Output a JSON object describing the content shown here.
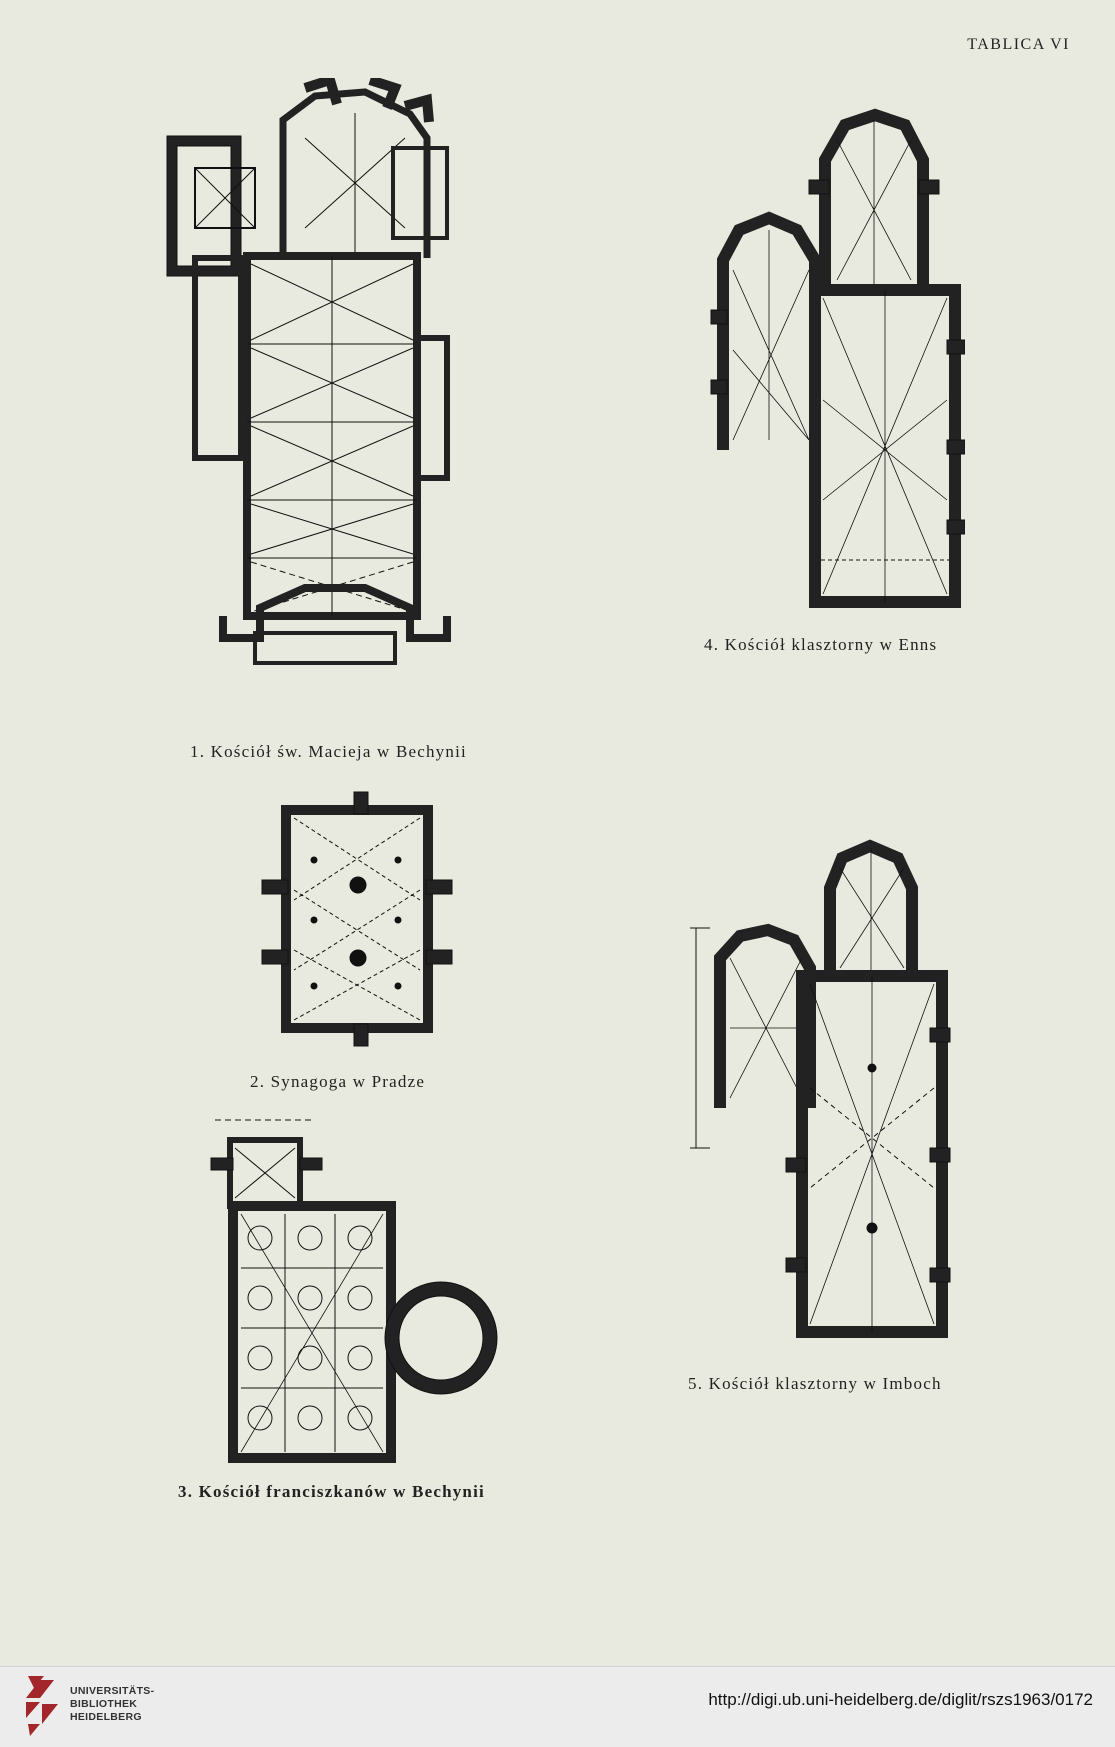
{
  "plate": {
    "title": "TABLICA VI",
    "figures": [
      {
        "caption": "1. Kościół św. Macieja w Bechynii"
      },
      {
        "caption": "2. Synagoga w Pradze"
      },
      {
        "caption": "3. Kościół franciszkanów w Bechynii"
      },
      {
        "caption": "4. Kościół klasztorny w Enns"
      },
      {
        "caption": "5. Kościół klasztorny w Imboch"
      }
    ]
  },
  "footer": {
    "library_lines": [
      "UNIVERSITÄTS-",
      "BIBLIOTHEK",
      "HEIDELBERG"
    ],
    "url": "http://digi.ub.uni-heidelberg.de/diglit/rszs1963/0172",
    "logo_color": "#a3262a"
  }
}
